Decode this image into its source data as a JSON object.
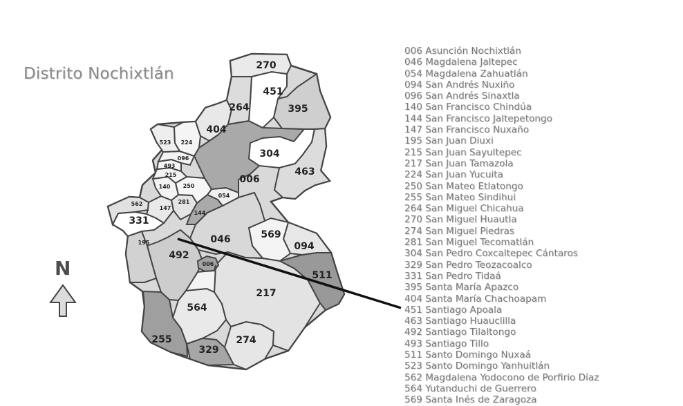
{
  "map": {
    "title": "Distrito Nochixtlán",
    "compass_letter": "N",
    "labels": [
      {
        "code": "270"
      },
      {
        "code": "451"
      },
      {
        "code": "264"
      },
      {
        "code": "395"
      },
      {
        "code": "404"
      },
      {
        "code": "523"
      },
      {
        "code": "224"
      },
      {
        "code": "096"
      },
      {
        "code": "493"
      },
      {
        "code": "215"
      },
      {
        "code": "140"
      },
      {
        "code": "250"
      },
      {
        "code": "054"
      },
      {
        "code": "304"
      },
      {
        "code": "463"
      },
      {
        "code": "006"
      },
      {
        "code": "562"
      },
      {
        "code": "147"
      },
      {
        "code": "281"
      },
      {
        "code": "144"
      },
      {
        "code": "331"
      },
      {
        "code": "046"
      },
      {
        "code": "569"
      },
      {
        "code": "094"
      },
      {
        "code": "195"
      },
      {
        "code": "492"
      },
      {
        "code": "006"
      },
      {
        "code": "511"
      },
      {
        "code": "217"
      },
      {
        "code": "564"
      },
      {
        "code": "255"
      },
      {
        "code": "274"
      },
      {
        "code": "329"
      }
    ],
    "legend": [
      "006 Asunción Nochixtlán",
      "046 Magdalena Jaltepec",
      "054 Magdalena Zahuatlán",
      "094 San Andrés Nuxiño",
      "096 San Andrés Sinaxtla",
      "140 San Francisco Chindúa",
      "144 San Francisco Jaltepetongo",
      "147 San Francisco Nuxaño",
      "195 San Juan Diuxi",
      "215 San Juan Sayultepec",
      "217 San Juan Tamazola",
      "224 San Juan Yucuita",
      "250 San Mateo Etlatongo",
      "255 San Mateo Sindihui",
      "264 San Miguel Chicahua",
      "270 San Miguel Huautla",
      "274 San Miguel Piedras",
      "281 San Miguel Tecomatlán",
      "304 San Pedro Coxcaltepec Cántaros",
      "329 San Pedro Teozacoalco",
      "331 San Pedro Tidaá",
      "395 Santa María Apazco",
      "404 Santa María Chachoapam",
      "451 Santiago Apoala",
      "463 Santiago Huauclilla",
      "492 Santiago Tilaltongo",
      "493 Santiago Tillo",
      "511 Santo Domingo Nuxaá",
      "523 Santo Domingo Yanhuitlán",
      "562 Magdalena Yodocono de Porfirio Díaz",
      "564 Yutanduchi de Guerrero",
      "569 Santa Inés de Zaragoza"
    ]
  }
}
